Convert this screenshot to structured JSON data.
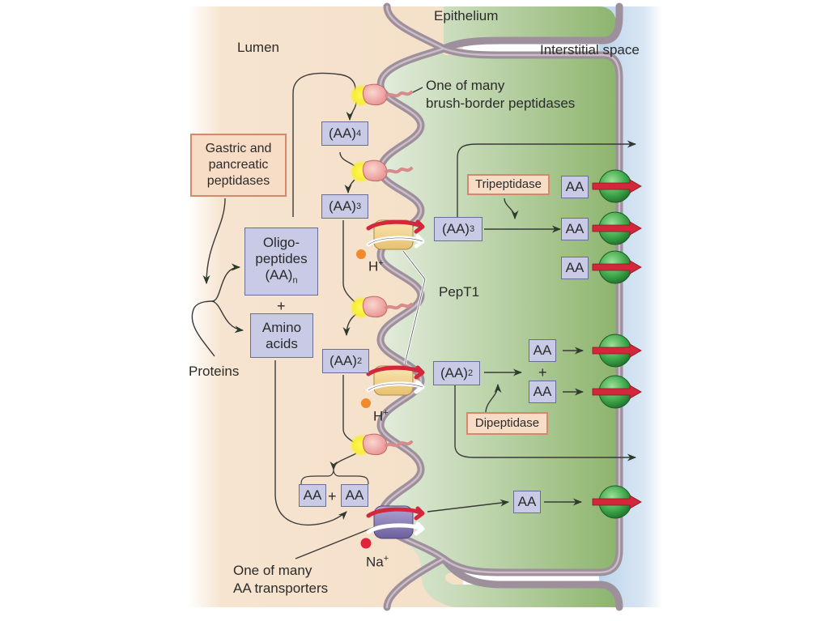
{
  "figure": {
    "regions": {
      "lumen": "Lumen",
      "epithelium": "Epithelium",
      "interstitial": "Interstitial space"
    },
    "labels": {
      "brush_border_line1": "One of many",
      "brush_border_line2": "brush-border peptidases",
      "pept1": "PepT1",
      "proteins": "Proteins",
      "aa_transporter_line1": "One of many",
      "aa_transporter_line2": "AA transporters",
      "h_ion_1": "H",
      "h_ion_2": "H",
      "h_charge": "+",
      "na_ion": "Na",
      "na_charge": "+",
      "plus_main": "+",
      "plus_aa_pair": "+",
      "plus_dipeptide": "+"
    },
    "enzymes": {
      "gastric_line1": "Gastric and",
      "gastric_line2": "pancreatic",
      "gastric_line3": "peptidases",
      "tripeptidase": "Tripeptidase",
      "dipeptidase": "Dipeptidase"
    },
    "boxes": {
      "oligo_line1": "Oligo-",
      "oligo_line2": "peptides",
      "oligo_line3": "(AA)",
      "oligo_sub": "n",
      "amino_line1": "Amino",
      "amino_line2": "acids",
      "aa4": "(AA)",
      "aa4_sub": "4",
      "aa3_lumen": "(AA)",
      "aa3_lumen_sub": "3",
      "aa2_lumen": "(AA)",
      "aa2_lumen_sub": "2",
      "aa3_cell": "(AA)",
      "aa3_cell_sub": "3",
      "aa2_cell": "(AA)",
      "aa2_cell_sub": "2",
      "aa": "AA"
    },
    "colors": {
      "lumen": "#f5e2cc",
      "epithelium_light": "#dbe8d5",
      "epithelium_dark": "#8db46f",
      "interstitial": "#c9dcef",
      "membrane": "#9e8e99",
      "box_fill": "#c9cbe6",
      "enzyme_fill": "#f7dcc6",
      "enzyme_border": "#d5886a",
      "peptidase": "#eea6a6",
      "pept1": "#f1d594",
      "aa_transporter": "#8b7fb4",
      "basolateral_channel": "#3fa54d",
      "red_arrow": "#d3283c",
      "h_ion": "#f08a2a",
      "na_ion": "#e0233a"
    }
  }
}
